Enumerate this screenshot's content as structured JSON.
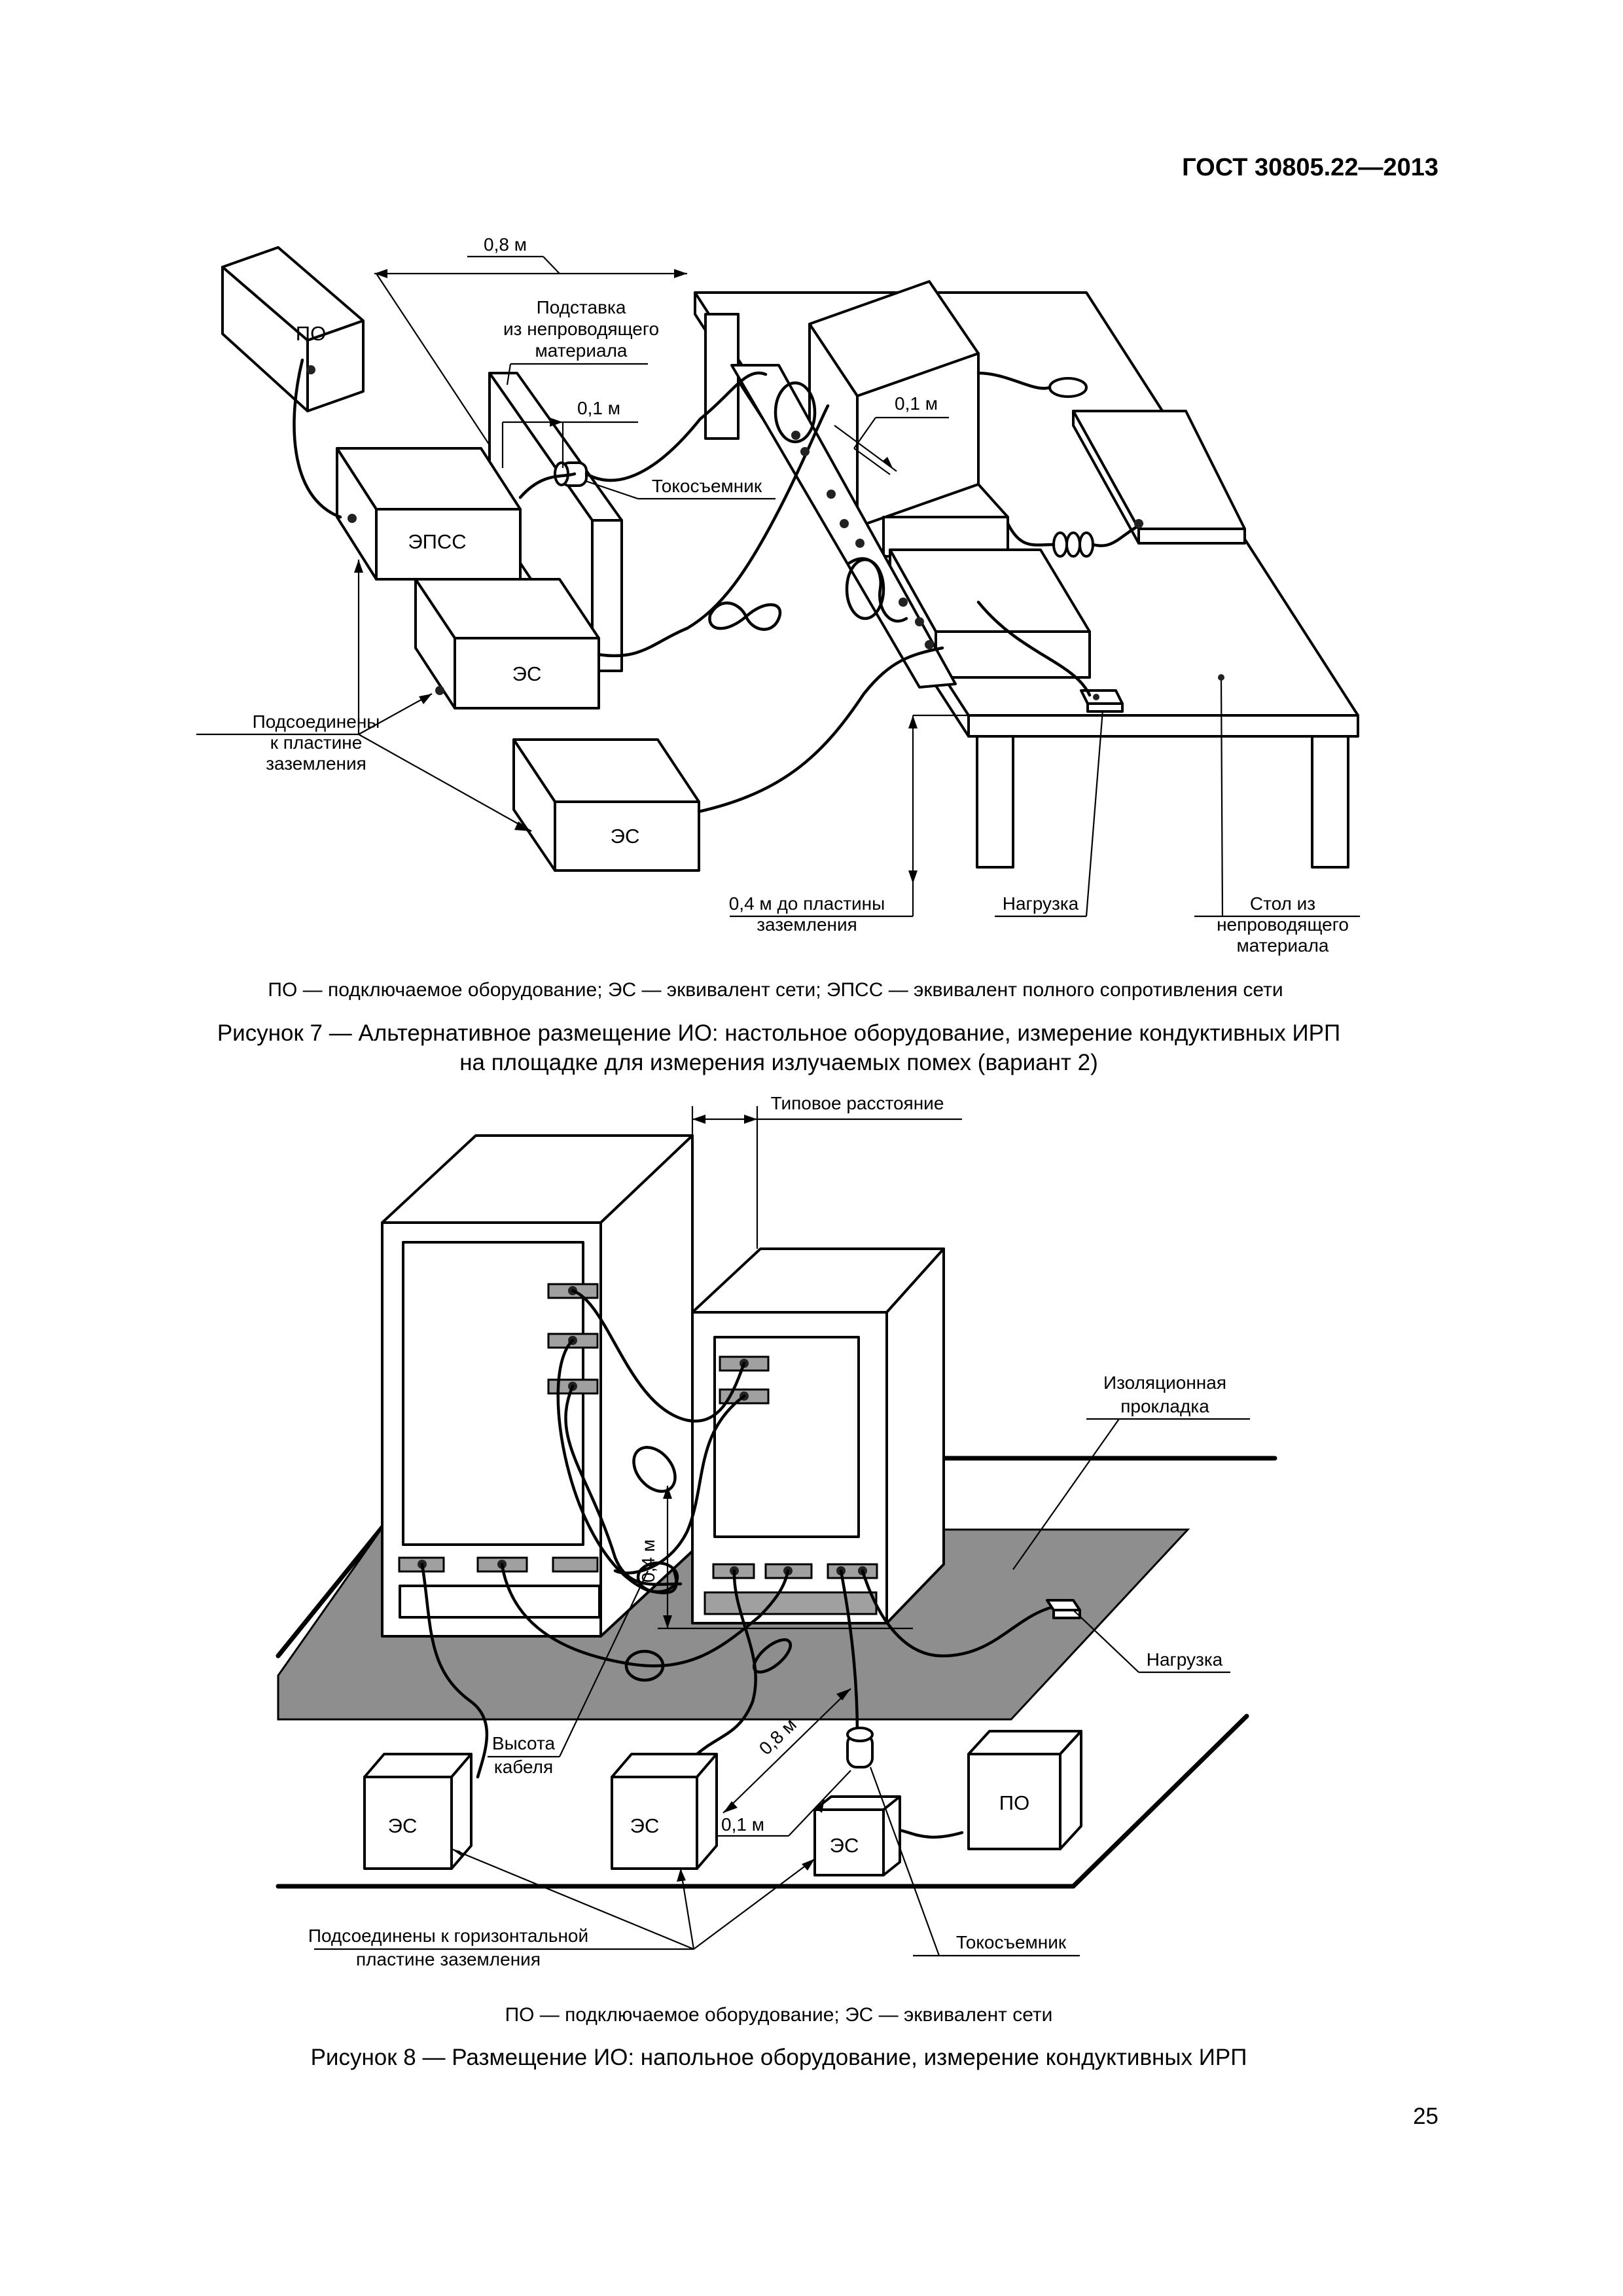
{
  "header": {
    "standard": "ГОСТ 30805.22—2013"
  },
  "figure7": {
    "dim_08": "0,8 м",
    "stand_label": [
      "Подставка",
      "из непроводящего",
      "материала"
    ],
    "dim_01_left": "0,1 м",
    "dim_01_right": "0,1 м",
    "clamp_label": "Токосъемник",
    "box_po": "ПО",
    "box_epss": "ЭПСС",
    "box_es1": "ЭС",
    "box_es2": "ЭС",
    "ground_label": [
      "Подсоединены",
      "к пластине",
      "заземления"
    ],
    "height_label": [
      "0,4 м до пластины",
      "заземления"
    ],
    "load_label": "Нагрузка",
    "table_label": [
      "Стол из",
      "непроводящего",
      "материала"
    ],
    "legend": "ПО — подключаемое оборудование; ЭС — эквивалент сети; ЭПСС — эквивалент полного сопротивления сети",
    "caption": [
      "Рисунок 7 — Альтернативное размещение ИО: настольное оборудование, измерение кондуктивных ИРП",
      "на площадке для измерения излучаемых помех (вариант 2)"
    ]
  },
  "figure8": {
    "typical_distance": "Типовое расстояние",
    "insulation_label": [
      "Изоляционная",
      "прокладка"
    ],
    "dim_04": "0,4 м",
    "load_label": "Нагрузка",
    "cable_height": [
      "Высота",
      "кабеля"
    ],
    "dim_08": "0,8 м",
    "dim_01": "0,1 м",
    "box_es1": "ЭС",
    "box_es2": "ЭС",
    "box_es3": "ЭС",
    "box_po": "ПО",
    "ground_label": [
      "Подсоединены к горизонтальной",
      "пластине заземления"
    ],
    "clamp_label": "Токосъемник",
    "legend": "ПО — подключаемое оборудование; ЭС — эквивалент сети",
    "caption": "Рисунок 8 — Размещение ИО: напольное оборудование, измерение кондуктивных ИРП"
  },
  "page_number": "25",
  "colors": {
    "ink": "#000000",
    "plate_gray": "#8e8e8e",
    "panel_gray": "#a0a0a0"
  }
}
